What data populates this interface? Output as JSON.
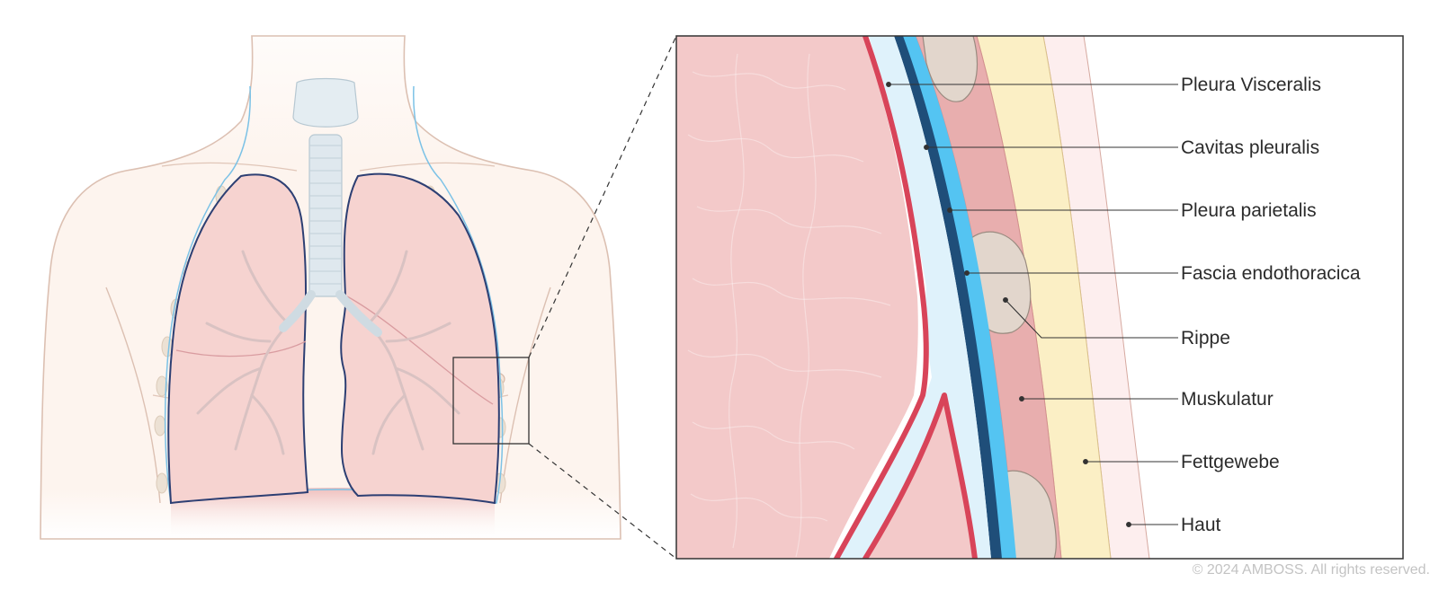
{
  "labels": [
    "Pleura Visceralis",
    "Cavitas pleuralis",
    "Pleura parietalis",
    "Fascia endothoracica",
    "Rippe",
    "Muskulatur",
    "Fettgewebe",
    "Haut"
  ],
  "copyright": "© 2024 AMBOSS. All rights reserved.",
  "colors": {
    "lung_tissue": "#f3c9c9",
    "pleura_visceralis": "#d84459",
    "pleural_cavity": "#dff2fb",
    "pleura_parietalis": "#1f4e79",
    "fascia": "#54c4f2",
    "muscle": "#e8aeae",
    "rib": "#e2d6cc",
    "fat": "#fbefc5",
    "skin": "#fdeeee",
    "body_outline": "#d9b8aa",
    "trachea": "#d7e3ea"
  },
  "icons": [
    "torso-illustration",
    "pleura-cross-section",
    "zoom-box"
  ]
}
